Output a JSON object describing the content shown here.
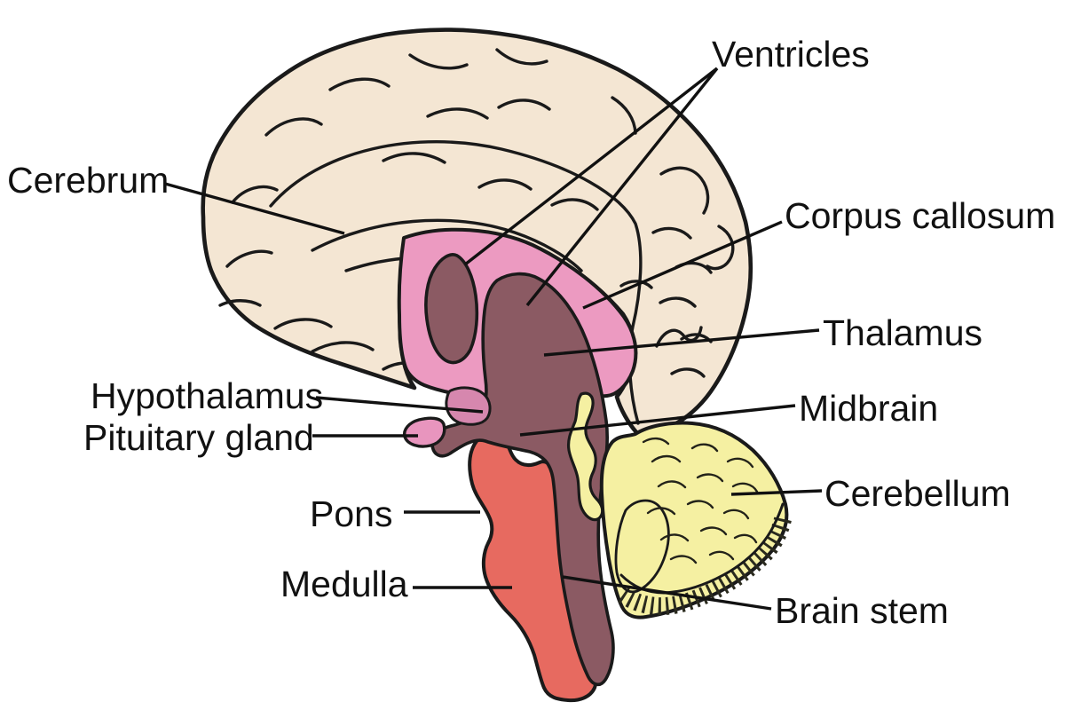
{
  "diagram": {
    "subject": "Human brain sagittal section with labeled parts",
    "background": "#ffffff",
    "outline_color": "#1a1a1a",
    "label_text_color": "#111111",
    "pointer_line_color": "#111111",
    "labels": [
      {
        "id": "cerebrum",
        "text": "Cerebrum"
      },
      {
        "id": "ventricles",
        "text": "Ventricles"
      },
      {
        "id": "corpus-callosum",
        "text": "Corpus callosum"
      },
      {
        "id": "thalamus",
        "text": "Thalamus"
      },
      {
        "id": "hypothalamus",
        "text": "Hypothalamus"
      },
      {
        "id": "pituitary-gland",
        "text": "Pituitary gland"
      },
      {
        "id": "midbrain",
        "text": "Midbrain"
      },
      {
        "id": "pons",
        "text": "Pons"
      },
      {
        "id": "cerebellum",
        "text": "Cerebellum"
      },
      {
        "id": "medulla",
        "text": "Medulla"
      },
      {
        "id": "brain-stem",
        "text": "Brain stem"
      }
    ],
    "regions": [
      {
        "name": "cerebrum-cortex",
        "fill": "#F4E6D3"
      },
      {
        "name": "inner-pink-region",
        "fill": "#EC9AC1"
      },
      {
        "name": "ventricles-thalamus-dark",
        "fill": "#8B5A63"
      },
      {
        "name": "hypothalamus-patch",
        "fill": "#D687AE"
      },
      {
        "name": "brainstem-red",
        "fill": "#E76A60"
      },
      {
        "name": "cerebellum-yellow",
        "fill": "#F5F0A2"
      },
      {
        "name": "pituitary-pink",
        "fill": "#E895BE"
      }
    ]
  }
}
